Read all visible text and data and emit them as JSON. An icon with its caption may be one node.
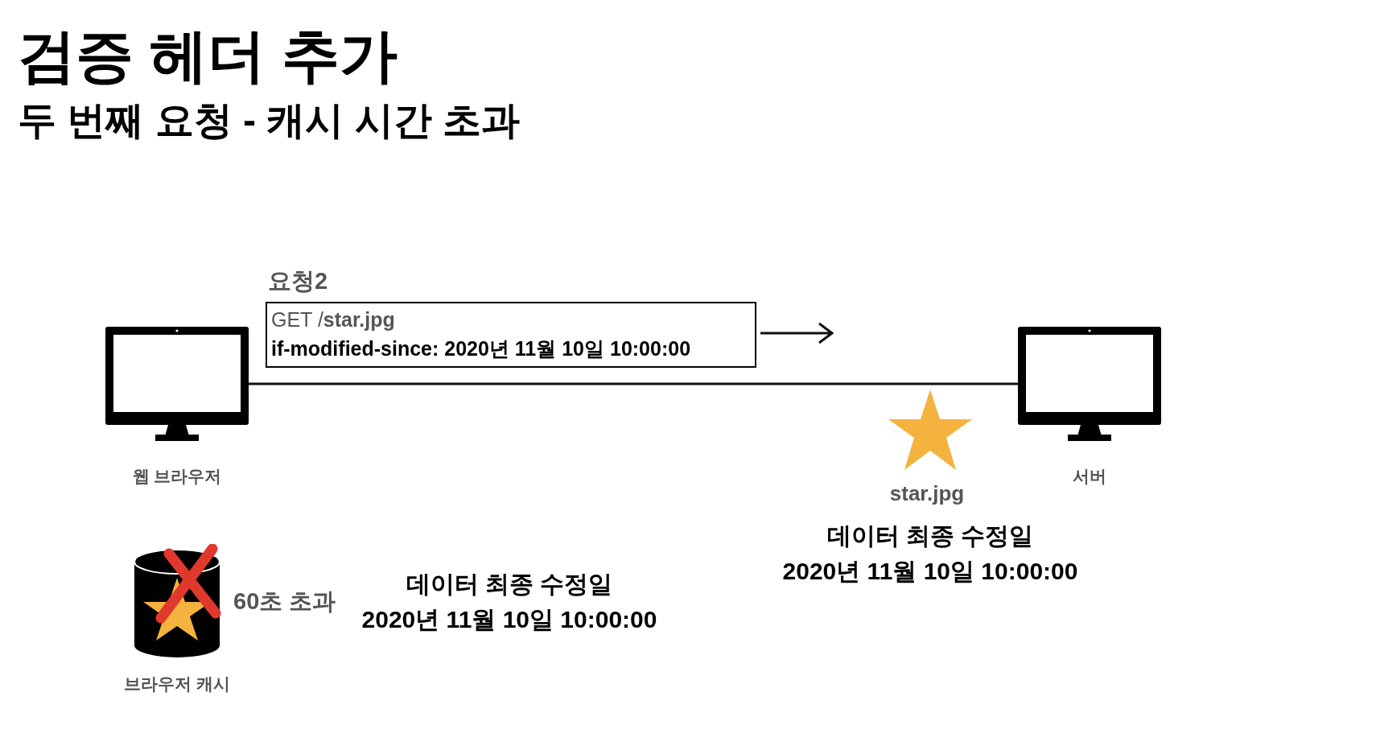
{
  "diagram": {
    "title": "검증 헤더 추가",
    "nodes": [
      {
        "text": [
          "웹 브라우저"
        ]
      },
      {
        "text": [
          "서버"
        ]
      },
      {
        "text": [
          "요청2",
          "GET /**star.jpg**",
          "if-modified-since: 2020년 11월 10일 10:00:00"
        ]
      },
      {
        "text": [
          "브라우저 캐시"
        ],
        "beside": [
          "60초 초과"
        ]
      },
      {
        "text": [
          "star.jpg"
        ]
      }
    ],
    "edges": [
      {
        "from": 0,
        "to": 1,
        "arrow": "none"
      }
    ],
    "labels": [
      "두 번째 요청 - 캐시 시간 초과",
      "데이터 최종 수정일",
      "2020년 11월 10일 10:00:00",
      "데이터 최종 수정일",
      "2020년 11월 10일 10:00:00"
    ]
  }
}
